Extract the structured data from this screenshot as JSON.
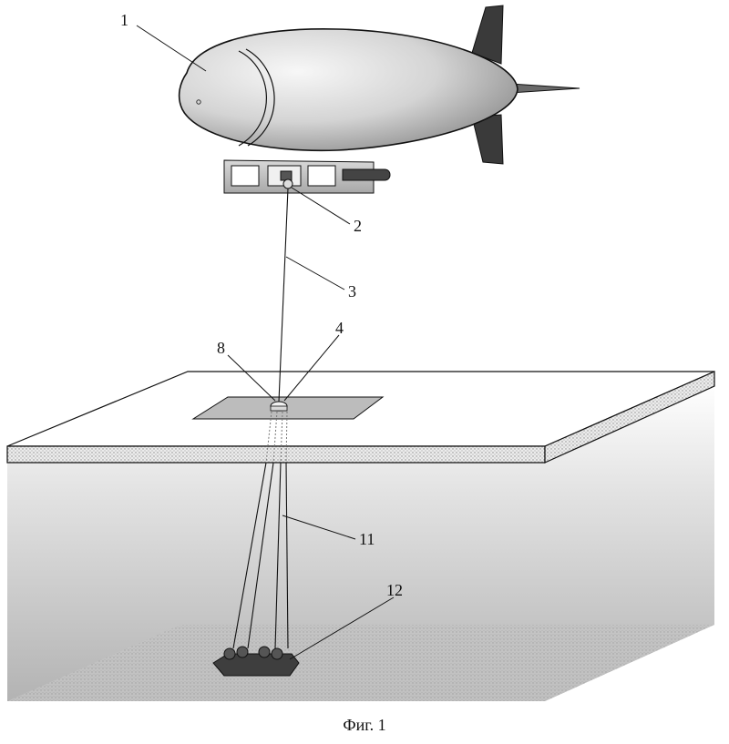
{
  "figure": {
    "caption": "Фиг. 1",
    "callouts": [
      {
        "id": "c1",
        "label": "1"
      },
      {
        "id": "c2",
        "label": "2"
      },
      {
        "id": "c3",
        "label": "3"
      },
      {
        "id": "c4",
        "label": "4"
      },
      {
        "id": "c8",
        "label": "8"
      },
      {
        "id": "c11",
        "label": "11"
      },
      {
        "id": "c12",
        "label": "12"
      }
    ]
  },
  "colors": {
    "line": "#111111",
    "hull_light": "#f4f4f4",
    "hull_dark": "#9a9a9a",
    "fin": "#3a3a3a",
    "water_top": "#ffffff",
    "water_bottom": "#b8b8b8",
    "seabed": "#bdbdbd"
  }
}
